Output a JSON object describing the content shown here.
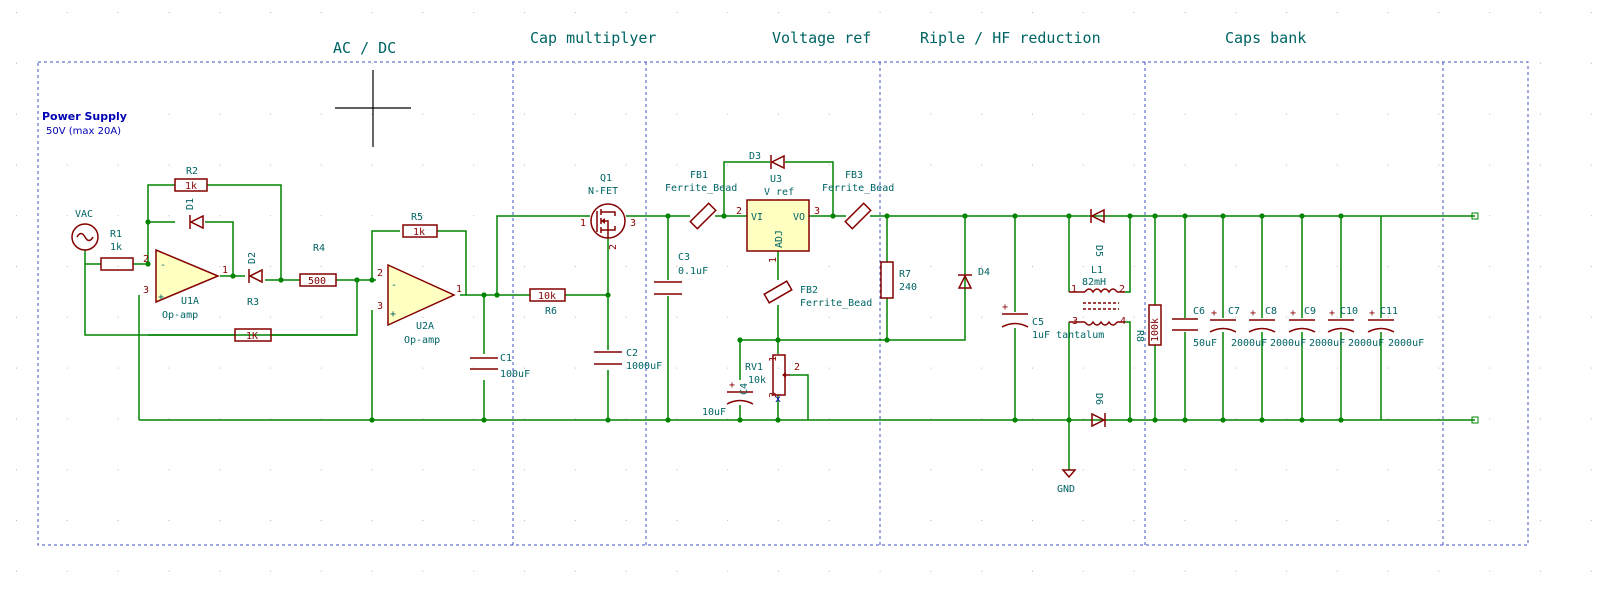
{
  "sections": {
    "ac_dc": "AC / DC",
    "cap_mult": "Cap multiplyer",
    "vref": "Voltage ref",
    "ripple": "Riple / HF reduction",
    "caps_bank": "Caps bank"
  },
  "title": {
    "name": "Power Supply",
    "spec": "50V (max 20A)"
  },
  "source": {
    "ref": "VAC"
  },
  "resistors": {
    "r1": {
      "ref": "R1",
      "value": "1k"
    },
    "r2": {
      "ref": "R2",
      "value": "1k"
    },
    "r3": {
      "ref": "R3",
      "value": "1K"
    },
    "r4": {
      "ref": "R4",
      "value": "500"
    },
    "r5": {
      "ref": "R5",
      "value": "1k"
    },
    "r6": {
      "ref": "R6",
      "value": "10k"
    },
    "r7": {
      "ref": "R7",
      "value": "240"
    },
    "r8": {
      "ref": "R8",
      "value": "100k"
    }
  },
  "diodes": {
    "d1": "D1",
    "d2": "D2",
    "d3": "D3",
    "d4": "D4",
    "d5": "D5",
    "d6": "D6"
  },
  "opamps": {
    "u1": {
      "ref": "U1A",
      "value": "Op-amp"
    },
    "u2": {
      "ref": "U2A",
      "value": "Op-amp"
    }
  },
  "fet": {
    "ref": "Q1",
    "value": "N-FET"
  },
  "ferrites": {
    "fb1": {
      "ref": "FB1",
      "value": "Ferrite_Bead"
    },
    "fb2": {
      "ref": "FB2",
      "value": "Ferrite_Bead"
    },
    "fb3": {
      "ref": "FB3",
      "value": "Ferrite_Bead"
    }
  },
  "regulator": {
    "ref": "U3",
    "value": "V ref",
    "vi": "VI",
    "vo": "VO",
    "adj": "ADJ"
  },
  "pot": {
    "ref": "RV1",
    "value": "10k"
  },
  "capacitors": {
    "c1": {
      "ref": "C1",
      "value": "100uF"
    },
    "c2": {
      "ref": "C2",
      "value": "1000uF"
    },
    "c3": {
      "ref": "C3",
      "value": "0.1uF"
    },
    "c4": {
      "ref": "C4",
      "value": "10uF"
    },
    "c5": {
      "ref": "C5",
      "value": "1uF tantalum"
    },
    "c6": {
      "ref": "C6",
      "value": "50uF"
    },
    "c7": {
      "ref": "C7",
      "value": "2000uF"
    },
    "c8": {
      "ref": "C8",
      "value": "2000uF"
    },
    "c9": {
      "ref": "C9",
      "value": "2000uF"
    },
    "c10": {
      "ref": "C10",
      "value": "2000uF"
    },
    "c11": {
      "ref": "C11",
      "value": "2000uF"
    }
  },
  "inductor": {
    "ref": "L1",
    "value": "82mH"
  },
  "gnd": "GND",
  "pins": {
    "one": "1",
    "two": "2",
    "three": "3",
    "four": "4",
    "minus": "-",
    "plus": "+",
    "nc": "x"
  }
}
